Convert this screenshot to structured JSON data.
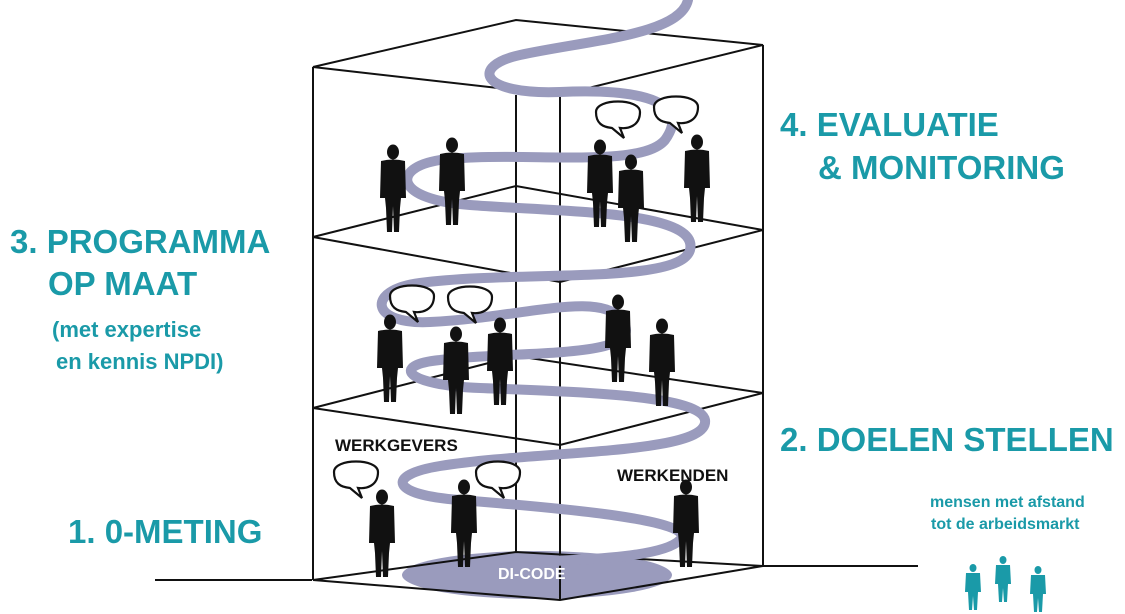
{
  "labels": {
    "step1": "1. 0-METING",
    "step2": "2. DOELEN STELLEN",
    "step3_line1": "3. PROGRAMMA",
    "step3_line2": "OP MAAT",
    "step3_note1": "(met expertise",
    "step3_note2": "en kennis NPDI)",
    "step4_line1": "4. EVALUATIE",
    "step4_line2": "& MONITORING",
    "werkgevers": "WERKGEVERS",
    "werkenden": "WERKENDEN",
    "dicode": "DI-CODE",
    "afstand_line1": "mensen met afstand",
    "afstand_line2": "tot de arbeidsmarkt"
  },
  "colors": {
    "teal": "#1a9aa8",
    "path": "#9a9bbd",
    "figure": "#111111",
    "outline": "#111111",
    "ellipse": "#9a9bbd"
  },
  "icons": [
    "person-icon",
    "speech-bubble-icon"
  ]
}
